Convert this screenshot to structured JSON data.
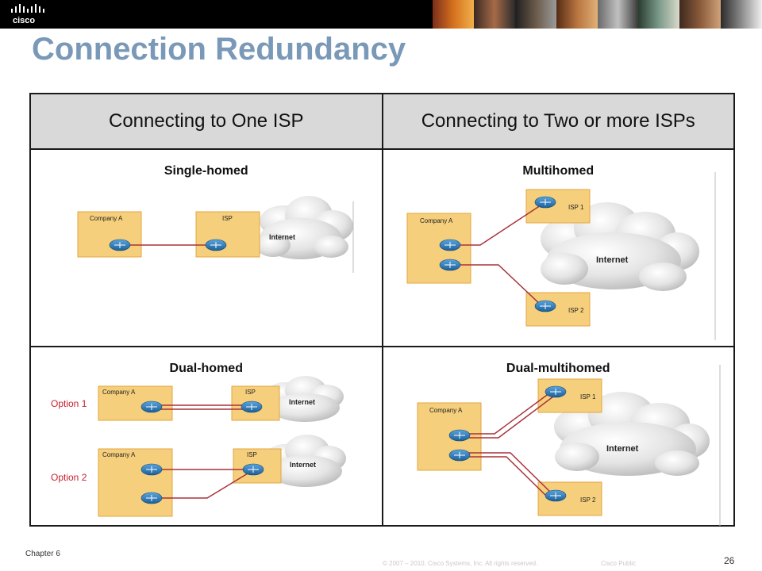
{
  "slide": {
    "brand": "cisco",
    "title": "Connection Redundancy",
    "chapter": "Chapter 6",
    "copyright": "© 2007 – 2010, Cisco Systems, Inc. All rights reserved.",
    "classification": "Cisco Public",
    "page_number": "26"
  },
  "table": {
    "headers": [
      "Connecting to One ISP",
      "Connecting to Two or more ISPs"
    ],
    "cells": {
      "single": {
        "caption": "Single-homed",
        "company": "Company A",
        "isp": "ISP",
        "internet": "Internet"
      },
      "multi": {
        "caption": "Multihomed",
        "company": "Company A",
        "isp1": "ISP 1",
        "isp2": "ISP 2",
        "internet": "Internet"
      },
      "dual": {
        "caption": "Dual-homed",
        "option1": "Option 1",
        "option2": "Option 2",
        "company1": "Company A",
        "company2": "Company A",
        "isp1": "ISP",
        "isp2": "ISP",
        "internet1": "Internet",
        "internet2": "Internet"
      },
      "dualmulti": {
        "caption": "Dual-multihomed",
        "company": "Company A",
        "isp1": "ISP 1",
        "isp2": "ISP 2",
        "internet": "Internet"
      }
    }
  },
  "colors": {
    "title": "#7a99b8",
    "box_fill": "#f6cf7c",
    "box_stroke": "#e3a642",
    "link": "#a8323a",
    "router": "#2f7fc0",
    "option_label": "#c8202f",
    "header_bg": "#d9d9d9"
  },
  "icons": [
    "cisco-logo-icon",
    "router-icon",
    "cloud-icon"
  ]
}
